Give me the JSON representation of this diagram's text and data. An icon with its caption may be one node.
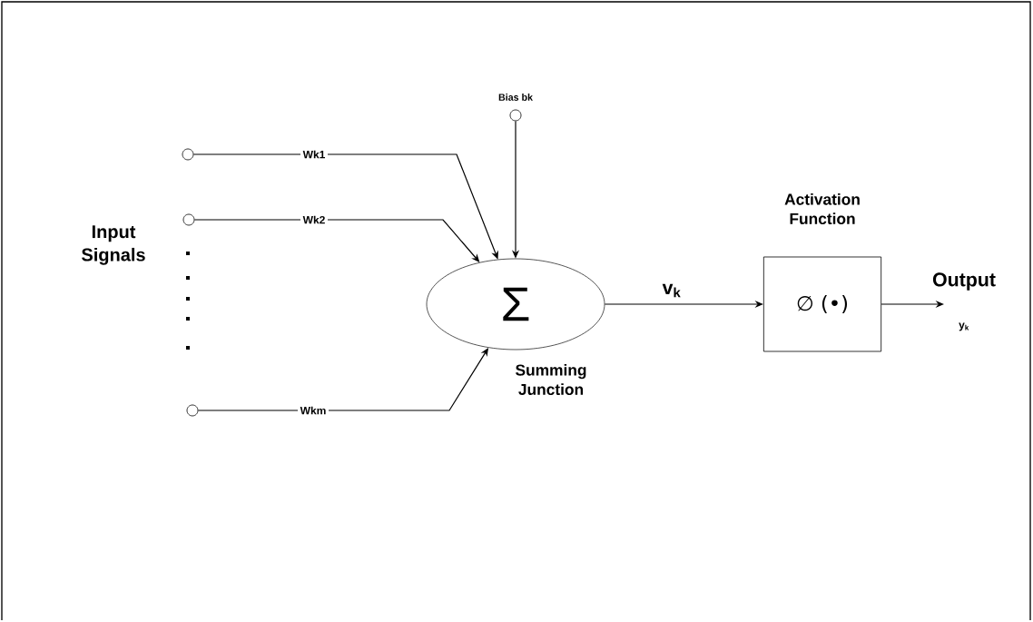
{
  "diagram": {
    "nodes": [
      {
        "text": [],
        "shape": "circle"
      },
      {
        "text": [],
        "shape": "circle"
      },
      {
        "text": [],
        "shape": "circle"
      },
      {
        "text": [],
        "shape": "circle",
        "beside": [
          "Bias bk"
        ]
      },
      {
        "text": [
          "Σ"
        ],
        "beside": [
          "Summing Junction"
        ]
      },
      {
        "text": [
          "Activation Function",
          "∅ (•)"
        ]
      },
      {
        "text": [
          "Output"
        ],
        "beside": [
          "y$_{k}$"
        ]
      }
    ],
    "edges": [
      {
        "from": 0,
        "to": 4,
        "arrow": "to",
        "label": "Wk1"
      },
      {
        "from": 1,
        "to": 4,
        "arrow": "to",
        "label": "Wk2"
      },
      {
        "from": 2,
        "to": 4,
        "arrow": "to",
        "label": "Wkm"
      },
      {
        "from": 3,
        "to": 4,
        "arrow": "to"
      },
      {
        "from": 4,
        "to": 5,
        "arrow": "to",
        "label": "v$_{k}$"
      },
      {
        "from": 5,
        "to": 6,
        "arrow": "to"
      }
    ],
    "labels": [
      "Input Signals"
    ]
  }
}
